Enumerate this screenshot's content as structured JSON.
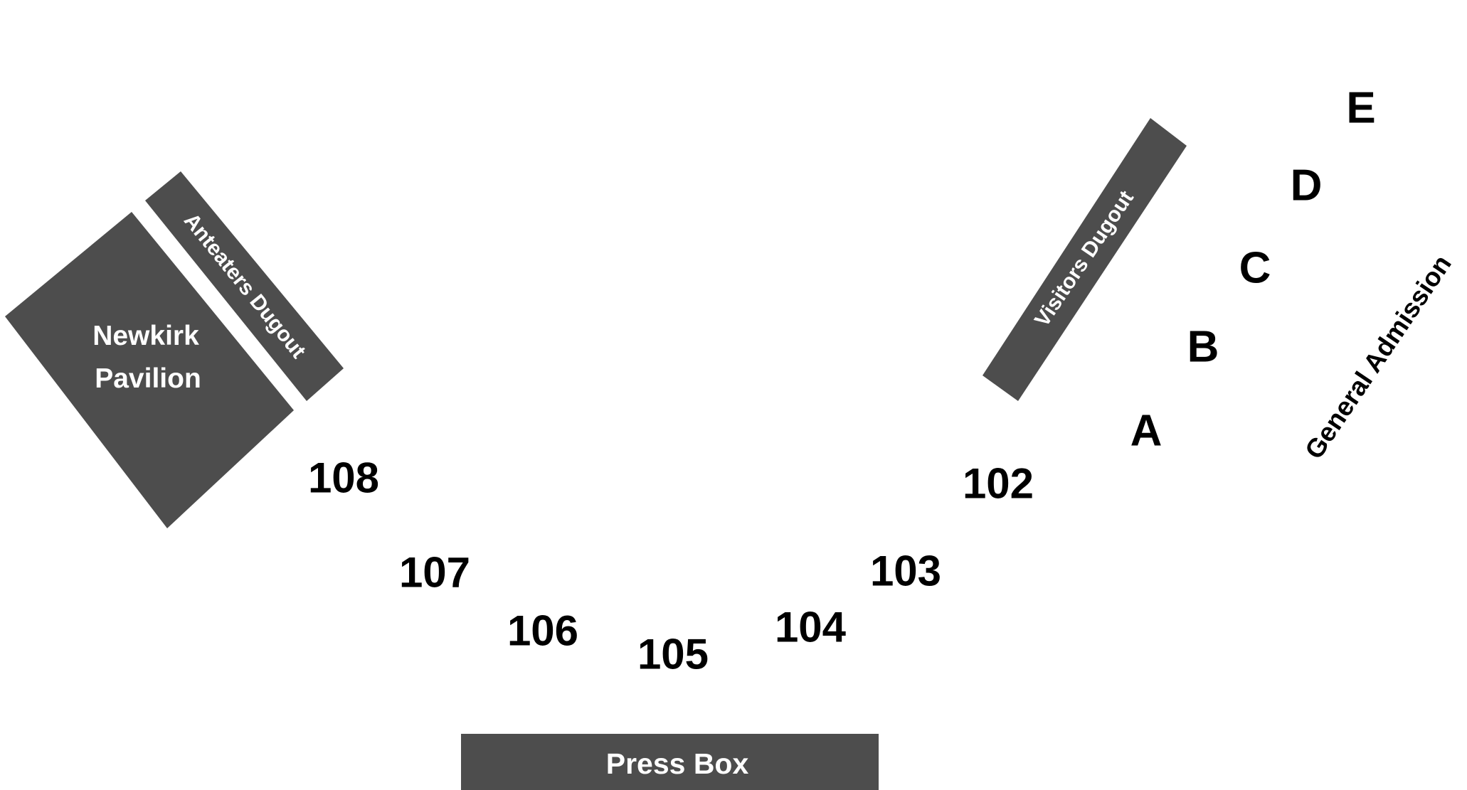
{
  "structures": {
    "newkirk_pavilion": {
      "line1": "Newkirk",
      "line2": "Pavilion"
    },
    "anteaters_dugout": "Anteaters Dugout",
    "visitors_dugout": "Visitors Dugout",
    "press_box": "Press Box"
  },
  "sections": {
    "s108": "108",
    "s107": "107",
    "s106": "106",
    "s105": "105",
    "s104": "104",
    "s103": "103",
    "s102": "102"
  },
  "general_admission": {
    "label": "General Admission",
    "rows": {
      "a": "A",
      "b": "B",
      "c": "C",
      "d": "D",
      "e": "E"
    }
  },
  "colors": {
    "block": "#4d4d4d",
    "block_text": "#ffffff",
    "section_text": "#000000",
    "background": "#ffffff"
  }
}
